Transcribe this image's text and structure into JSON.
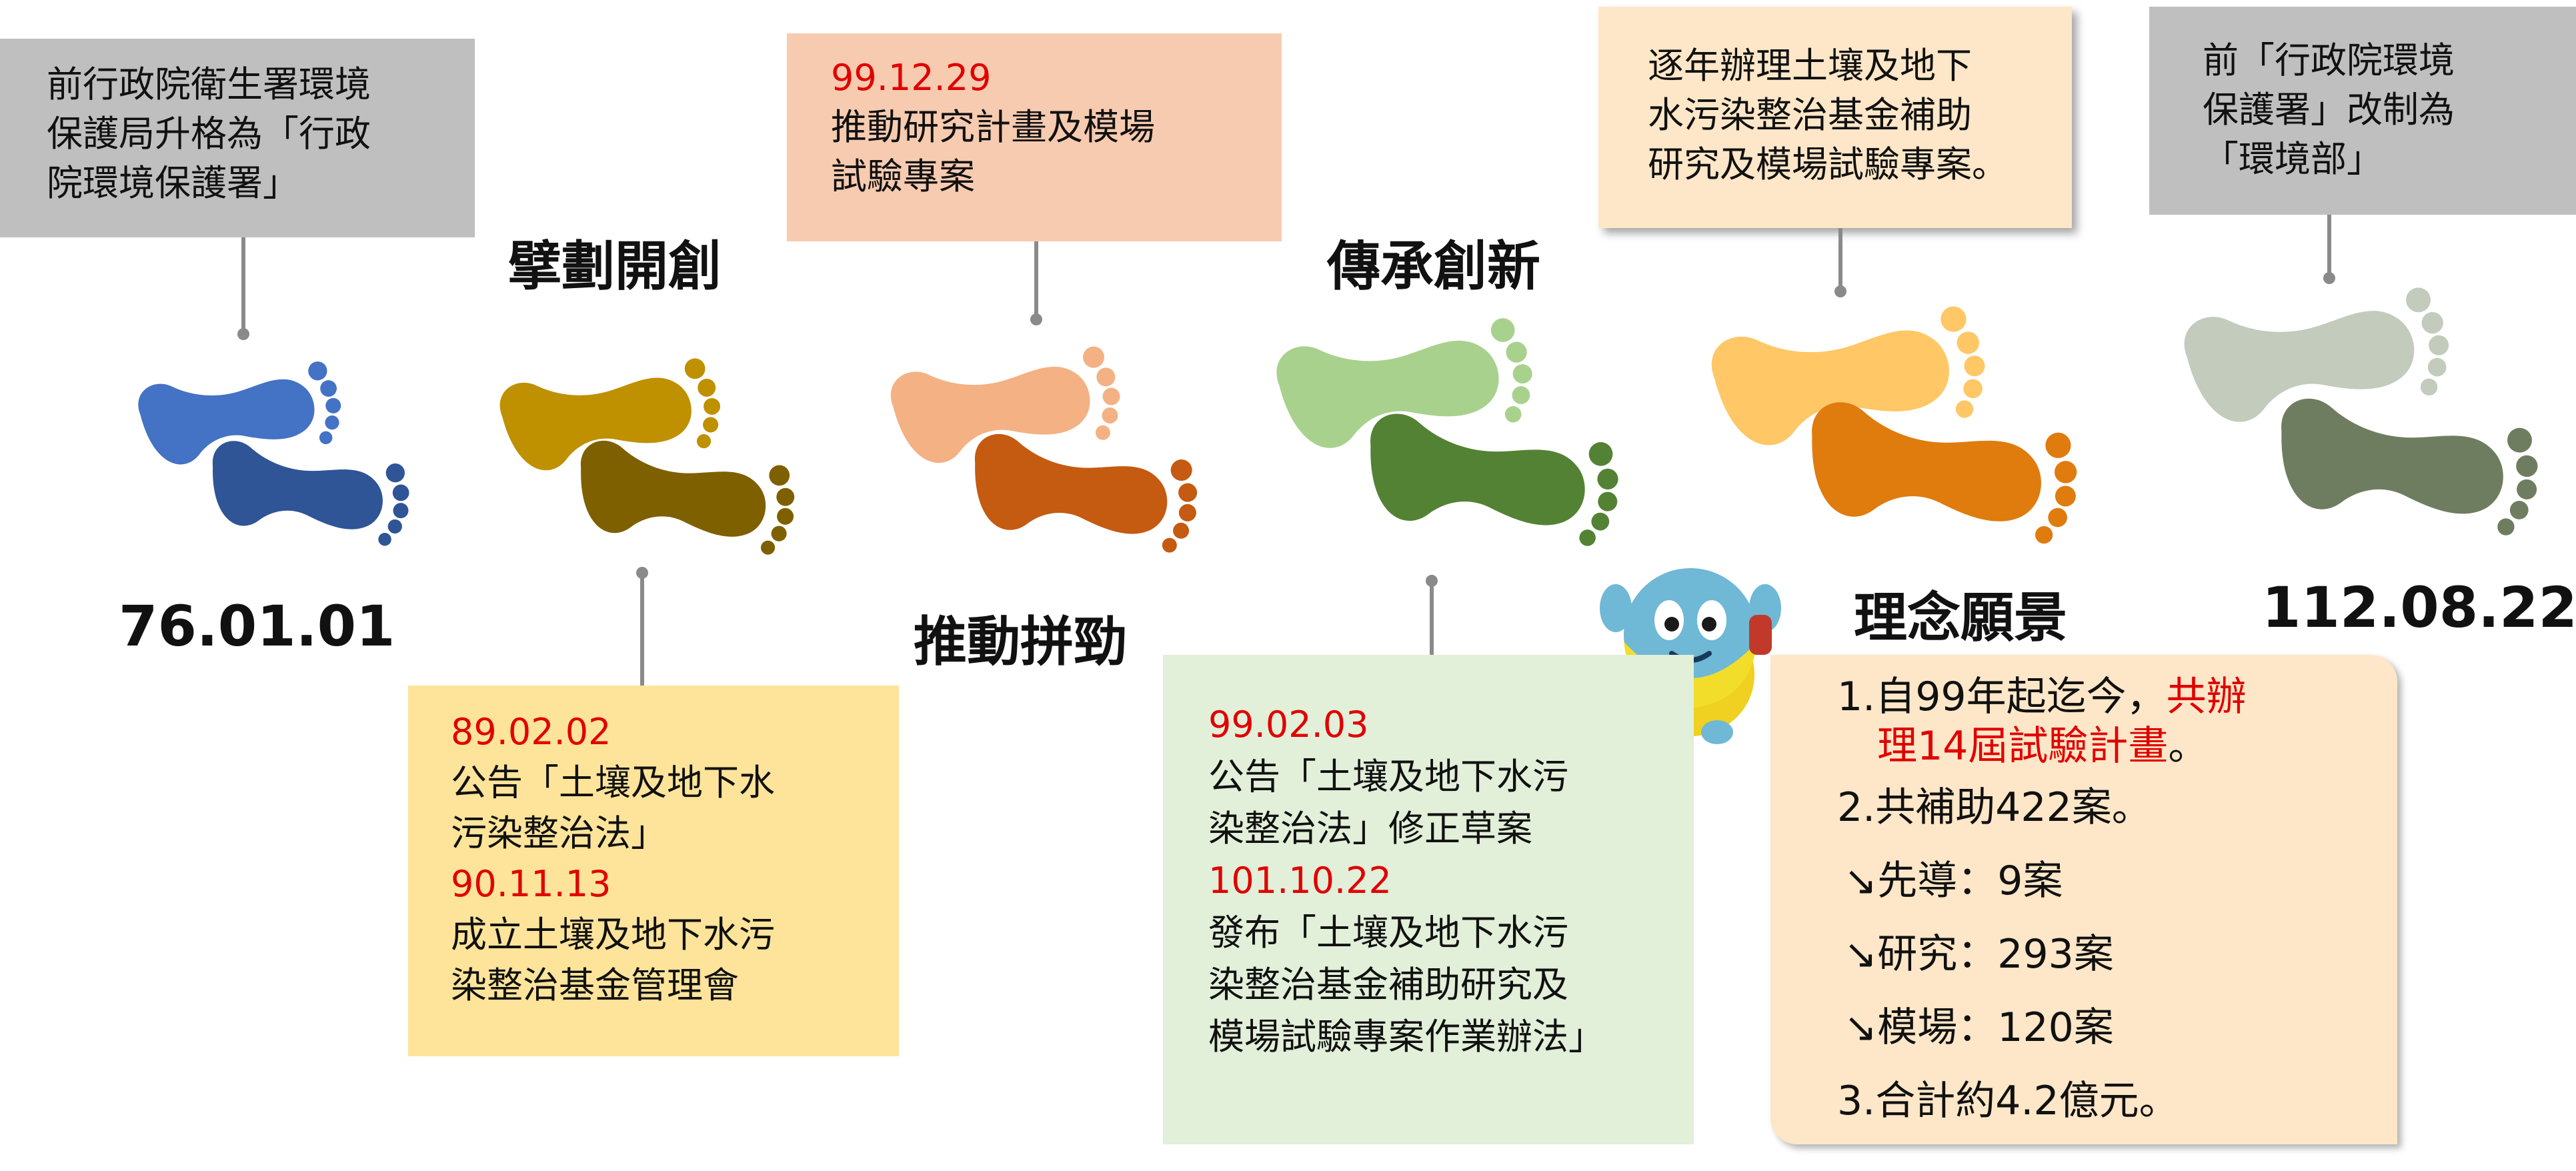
{
  "top_boxes": {
    "box1": [
      "前行政院衛生署環境",
      "保護局升格為「行政",
      "院環境保護署」"
    ],
    "box2": {
      "date": "99.12.29",
      "lines": [
        "推動研究計畫及模場",
        "試驗專案"
      ]
    },
    "box3": [
      "逐年辦理土壤及地下",
      "水污染整治基金補助",
      "研究及模場試驗專案。"
    ],
    "box4": [
      "前「行政院環境",
      "保護署」改制為",
      "「環境部」"
    ]
  },
  "phases": [
    "擘劃開創",
    "推動拼勁",
    "傳承創新",
    "理念願景"
  ],
  "dates": {
    "start": "76.01.01",
    "end": "112.08.22"
  },
  "bottom_boxes": {
    "box1": {
      "date1": "89.02.02",
      "lines1": [
        "公告「土壤及地下水",
        "污染整治法」"
      ],
      "date2": "90.11.13",
      "lines2": [
        "成立土壤及地下水污",
        "染整治基金管理會"
      ]
    },
    "box2": {
      "date1": "99.02.03",
      "lines1": [
        "公告「土壤及地下水污",
        "染整治法」修正草案"
      ],
      "date2": "101.10.22",
      "lines2": [
        "發布「土壤及地下水污",
        "染整治基金補助研究及",
        "模場試驗專案作業辦法」"
      ]
    },
    "box3": {
      "item1_prefix": "1.自99年起迄今，",
      "item1_red1": "共辦",
      "item1_red2": "理14屆試驗計畫",
      "item1_suffix": "。",
      "item2": "2.共補助422案。",
      "sub1": "↘先導：9案",
      "sub2": "↘研究：293案",
      "sub3": "↘模場：120案",
      "item3": "3.合計約4.2億元。"
    }
  },
  "colors": {
    "footprint_pairs": [
      [
        "#4472c4",
        "#2f5597"
      ],
      [
        "#bf9000",
        "#7f6000"
      ],
      [
        "#f4b183",
        "#c55a11"
      ],
      [
        "#a9d18e",
        "#548235"
      ],
      [
        "#ffc766",
        "#e07b0e"
      ],
      [
        "#c3cbbc",
        "#6e7d5f"
      ]
    ],
    "accent_red": "#e00000",
    "connector": "#8a8a8a"
  }
}
